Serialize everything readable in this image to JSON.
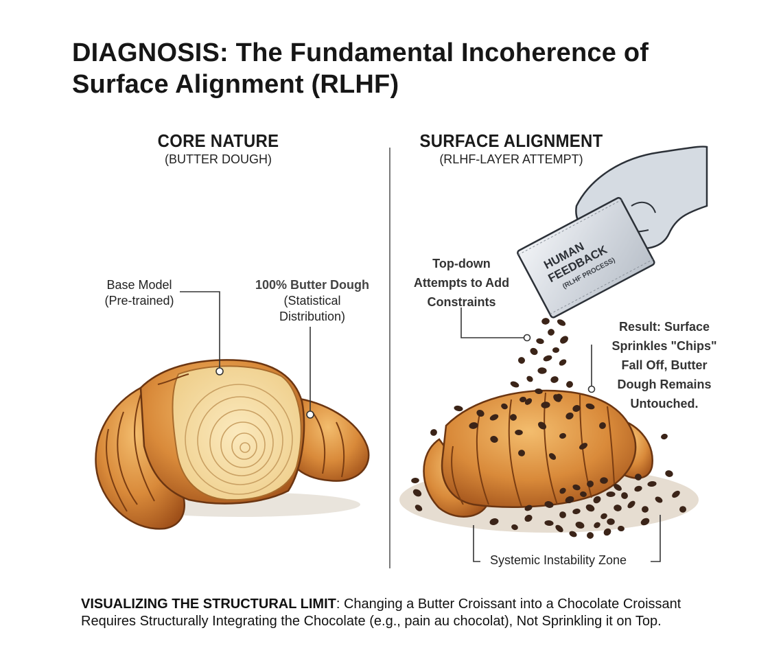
{
  "title": "DIAGNOSIS: The Fundamental Incoherence of Surface Alignment (RLHF)",
  "left_panel": {
    "heading": "CORE NATURE",
    "subheading": "(BUTTER DOUGH)",
    "label_base_model": "Base Model",
    "label_base_model_sub": "(Pre-trained)",
    "label_butter_dough": "100% Butter Dough",
    "label_butter_dough_sub1": "(Statistical",
    "label_butter_dough_sub2": "Distribution)"
  },
  "right_panel": {
    "heading": "SURFACE ALIGNMENT",
    "subheading": "(RLHF-LAYER ATTEMPT)",
    "packet_line1": "HUMAN",
    "packet_line2": "FEEDBACK",
    "packet_line3": "(RLHF PROCESS)",
    "label_topdown_1": "Top-down",
    "label_topdown_2": "Attempts to Add",
    "label_topdown_3": "Constraints",
    "label_result_1": "Result: Surface",
    "label_result_2": "Sprinkles \"Chips\"",
    "label_result_3": "Fall Off, Butter",
    "label_result_4": "Dough Remains",
    "label_result_5": "Untouched.",
    "label_zone": "Systemic Instability Zone"
  },
  "footer": {
    "bold": "VISUALIZING THE STRUCTURAL LIMIT",
    "rest_line1": ": Changing a Butter Croissant into a Chocolate Croissant",
    "line2": "Requires Structurally Integrating the Chocolate (e.g., pain au chocolat), Not Sprinkling it on Top."
  },
  "colors": {
    "crust_dark": "#a8561c",
    "crust_mid": "#d98a3a",
    "crust_light": "#f0b86a",
    "crumb": "#f6dfa8",
    "chip": "#3b2418",
    "packet": "#d9dde3",
    "hand": "#d5dbe2",
    "divider": "#7a7a7a"
  }
}
